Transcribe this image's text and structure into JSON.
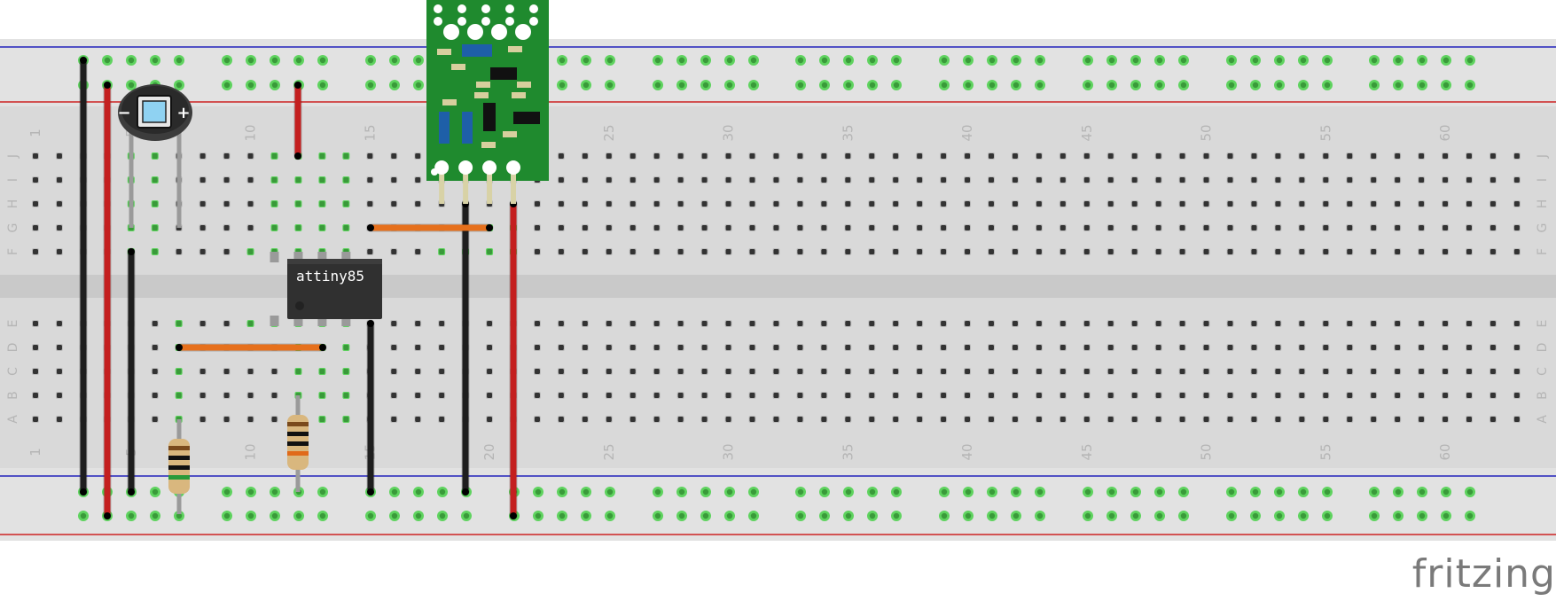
{
  "breadboard": {
    "column_numbers": [
      "1",
      "5",
      "10",
      "15",
      "20",
      "25",
      "30",
      "35",
      "40",
      "45",
      "50",
      "55",
      "60"
    ],
    "top_row_letters": [
      "J",
      "I",
      "H",
      "G",
      "F"
    ],
    "bottom_row_letters": [
      "E",
      "D",
      "C",
      "B",
      "A"
    ]
  },
  "chip": {
    "label": "attiny85"
  },
  "sensor": {
    "minus_sign": "−",
    "plus_sign": "+"
  },
  "watermark": "fritzing",
  "colors": {
    "board": "#d9d9d9",
    "rail": "#e2e2e2",
    "rail_red": "#cc2222",
    "rail_blue": "#2222bb",
    "hole": "#333333",
    "hole_active": "#5fd35f",
    "wire_black": "#1e1e1e",
    "wire_red": "#c41f1f",
    "wire_orange": "#e6701c",
    "pcb_green": "#1f8a2e"
  }
}
